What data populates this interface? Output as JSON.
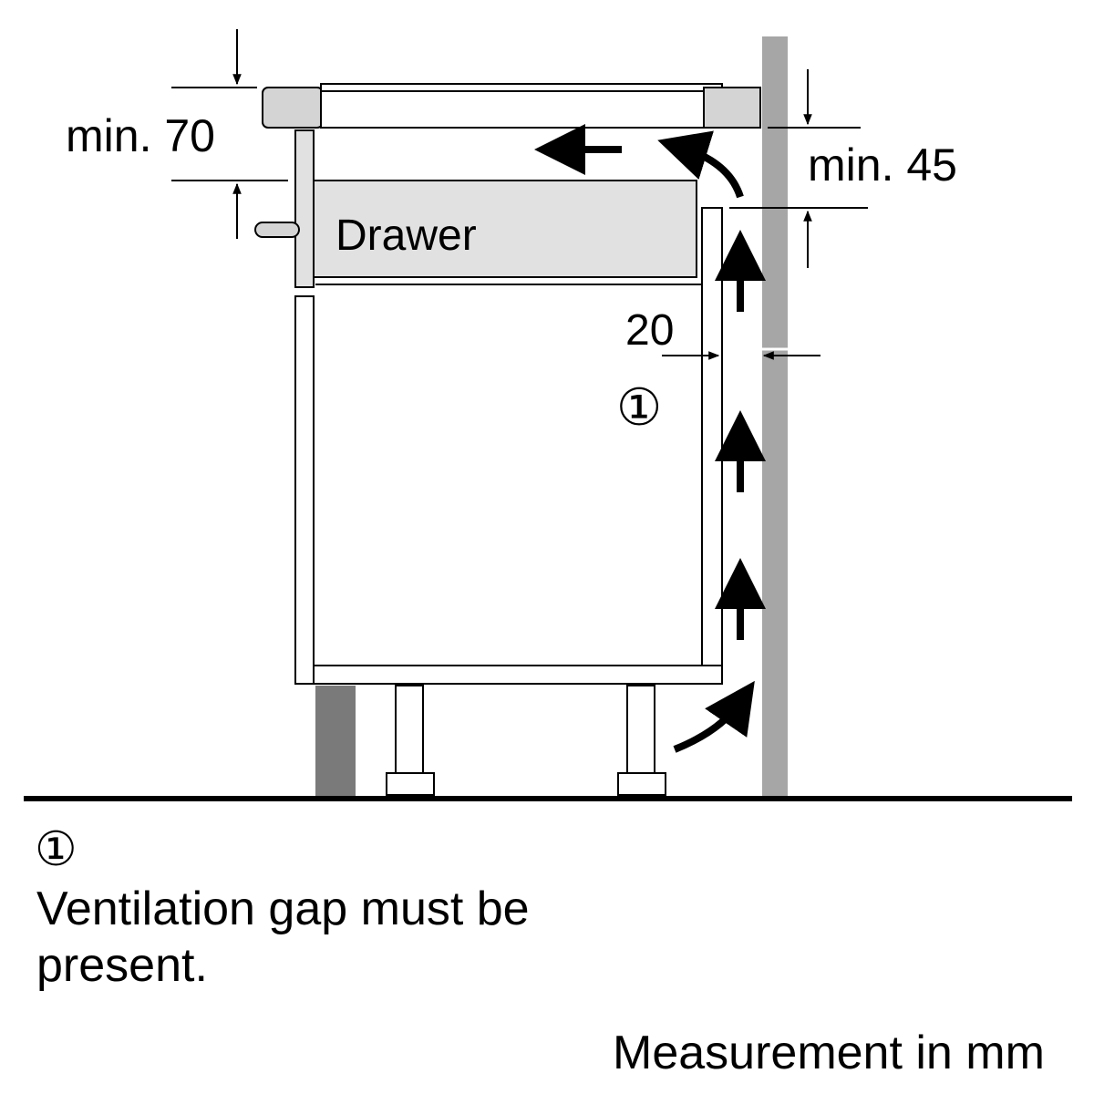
{
  "labels": {
    "min_70": "min. 70",
    "min_45": "min. 45",
    "drawer": "Drawer",
    "gap_20": "20",
    "marker": "①"
  },
  "legend": {
    "marker": "①",
    "text": "Ventilation gap must be present."
  },
  "units_note": "Measurement in mm",
  "colors": {
    "line": "#000000",
    "wall": "#a6a6a6",
    "hob_frame": "#d4d4d4",
    "drawer_fill": "#e1e1e1",
    "plinth": "#7a7a7a",
    "cabinet": "#ffffff"
  }
}
